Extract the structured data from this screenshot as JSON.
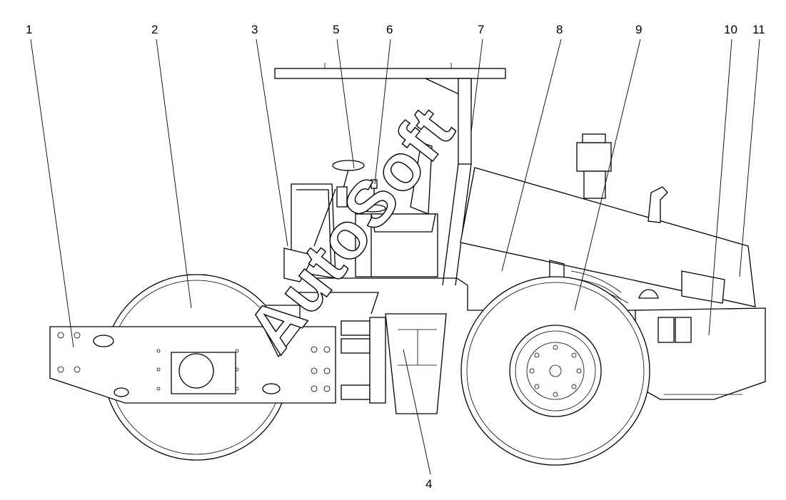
{
  "callouts": [
    {
      "id": "c1",
      "text": "1"
    },
    {
      "id": "c2",
      "text": "2"
    },
    {
      "id": "c3",
      "text": "3"
    },
    {
      "id": "c4",
      "text": "4"
    },
    {
      "id": "c5",
      "text": "5"
    },
    {
      "id": "c6",
      "text": "6"
    },
    {
      "id": "c7",
      "text": "7"
    },
    {
      "id": "c8",
      "text": "8"
    },
    {
      "id": "c9",
      "text": "9"
    },
    {
      "id": "c10",
      "text": "10"
    },
    {
      "id": "c11",
      "text": "11"
    }
  ],
  "watermark": "AutoSoft"
}
